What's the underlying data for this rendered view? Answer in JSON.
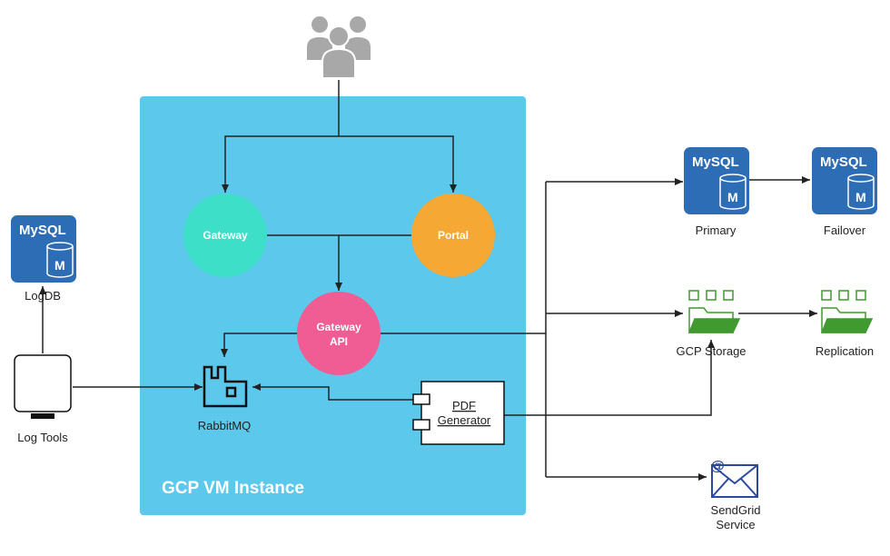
{
  "container": {
    "title": "GCP VM Instance",
    "color": "#5bc8ec"
  },
  "nodes": {
    "gateway": {
      "label": "Gateway",
      "color": "#3ddfc9"
    },
    "portal": {
      "label": "Portal",
      "color": "#f5a833"
    },
    "gateway_api": {
      "label_line1": "Gateway",
      "label_line2": "API",
      "color": "#ef5d94"
    },
    "rabbitmq": {
      "label": "RabbitMQ"
    },
    "pdf_generator": {
      "label_line1": "PDF",
      "label_line2": "Generator"
    },
    "log_tools": {
      "label": "Log Tools"
    },
    "logdb": {
      "label": "LogDB",
      "brand": "MySQL",
      "badge": "M"
    },
    "primary": {
      "label": "Primary",
      "brand": "MySQL",
      "badge": "M"
    },
    "failover": {
      "label": "Failover",
      "brand": "MySQL",
      "badge": "M"
    },
    "gcp_storage": {
      "label": "GCP Storage"
    },
    "replication": {
      "label": "Replication"
    },
    "sendgrid": {
      "label_line1": "SendGrid",
      "label_line2": "Service",
      "symbol": "@"
    }
  },
  "colors": {
    "mysql": "#2d6db5",
    "storage": "#3f9a2f",
    "mail": "#2b4a9c",
    "users": "#a8a8a8",
    "edge": "#222222"
  }
}
